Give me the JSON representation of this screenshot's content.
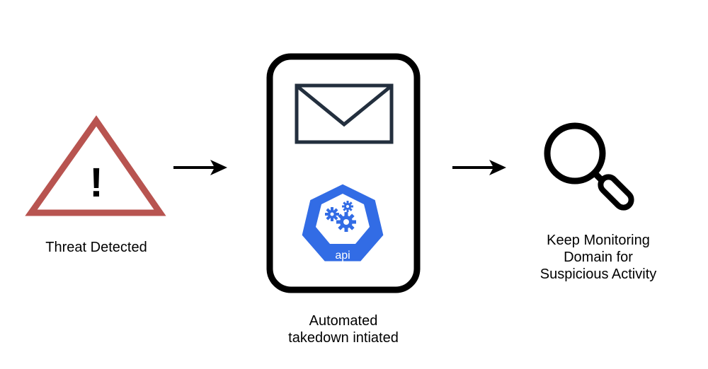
{
  "diagram": {
    "nodes": {
      "threat": {
        "label": "Threat Detected",
        "icon": "warning-triangle-icon",
        "symbol": "!",
        "color": "#b85450"
      },
      "takedown": {
        "label_lines": [
          "Automated",
          "takedown intiated"
        ],
        "icons": [
          "envelope-icon",
          "kubernetes-api-icon"
        ],
        "api_label": "api",
        "api_color": "#326ce5",
        "frame_color": "#000000",
        "envelope_color": "#232f3e"
      },
      "monitor": {
        "label_lines": [
          "Keep Monitoring",
          "Domain for",
          "Suspicious Activity"
        ],
        "icon": "magnifying-glass-icon"
      }
    },
    "edges": [
      {
        "from": "threat",
        "to": "takedown",
        "icon": "arrow-right-icon"
      },
      {
        "from": "takedown",
        "to": "monitor",
        "icon": "arrow-right-icon"
      }
    ]
  }
}
